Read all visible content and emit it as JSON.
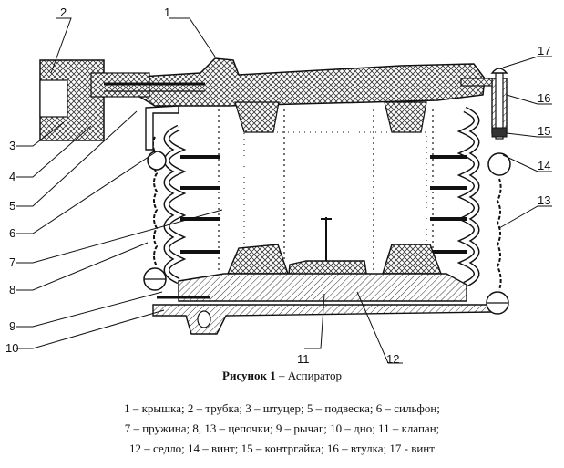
{
  "figure": {
    "caption_number": "Рисунок 1",
    "caption_dash": " – ",
    "caption_title": "Аспиратор",
    "legend_lines": [
      "1 – крышка;  2 – трубка;  3 – штуцер;  5 – подвеска;  6 – сильфон;",
      "7 – пружина;  8, 13 – цепочки; 9 – рычаг; 10 – дно;  11 – клапан;",
      "12 – седло;  14 – винт;  15 – контргайка;  16 – втулка;  17 - винт"
    ],
    "callouts": [
      "1",
      "2",
      "3",
      "4",
      "5",
      "6",
      "7",
      "8",
      "9",
      "10",
      "11",
      "12",
      "13",
      "14",
      "15",
      "16",
      "17"
    ]
  },
  "colors": {
    "line": "#111111",
    "hatch": "#444444",
    "background": "#ffffff"
  }
}
